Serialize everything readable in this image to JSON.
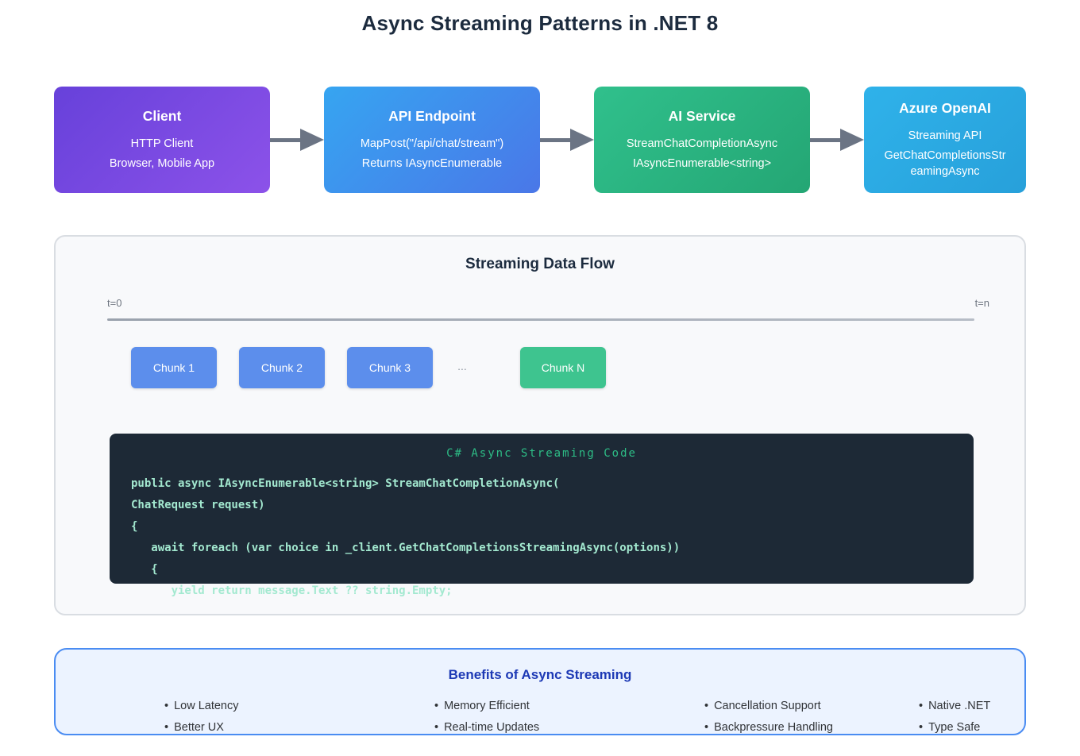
{
  "page": {
    "title": "Async Streaming Patterns in .NET 8"
  },
  "flow": {
    "nodes": [
      {
        "title": "Client",
        "lines": [
          "HTTP Client",
          "Browser, Mobile App"
        ],
        "color_start": "#6741da",
        "color_end": "#8c52e9"
      },
      {
        "title": "API Endpoint",
        "lines": [
          "MapPost(\"/api/chat/stream\")",
          "Returns IAsyncEnumerable"
        ],
        "color_start": "#36a5f1",
        "color_end": "#4a77e8"
      },
      {
        "title": "AI Service",
        "lines": [
          "StreamChatCompletionAsync",
          "IAsyncEnumerable<string>"
        ],
        "color_start": "#30c08c",
        "color_end": "#24a674"
      },
      {
        "title": "Azure OpenAI",
        "lines": [
          "Streaming API",
          "GetChatCompletionsStreamingAsync"
        ],
        "color_start": "#2fb2ea",
        "color_end": "#27a0da"
      }
    ],
    "arrow_color": "#6b7484"
  },
  "stream": {
    "title": "Streaming Data Flow",
    "timeline_start_label": "t=0",
    "timeline_end_label": "t=n",
    "chunks": [
      {
        "label": "Chunk 1",
        "color": "#5c8eec"
      },
      {
        "label": "Chunk 2",
        "color": "#5c8eec"
      },
      {
        "label": "Chunk 3",
        "color": "#5c8eec"
      },
      {
        "label": "...",
        "color": "#8d949f"
      },
      {
        "label": "Chunk N",
        "color": "#3ec48f"
      }
    ],
    "code": {
      "header": "C# Async Streaming Code",
      "background": "#1d2936",
      "header_color": "#2dbd86",
      "text_color": "#a3e9d0",
      "lines": [
        "public async IAsyncEnumerable<string> StreamChatCompletionAsync(",
        "ChatRequest request)",
        "{",
        "   await foreach (var choice in _client.GetChatCompletionsStreamingAsync(options))",
        "   {",
        "      yield return message.Text ?? string.Empty;"
      ]
    }
  },
  "benefits": {
    "title": "Benefits of Async Streaming",
    "bullet": "•",
    "accent_border": "#4a8cf2",
    "title_color": "#1d39b5",
    "columns": [
      [
        "Low Latency",
        "Better UX"
      ],
      [
        "Memory Efficient",
        "Real-time Updates"
      ],
      [
        "Cancellation Support",
        "Backpressure Handling"
      ],
      [
        "Native .NET",
        "Type Safe"
      ]
    ]
  }
}
